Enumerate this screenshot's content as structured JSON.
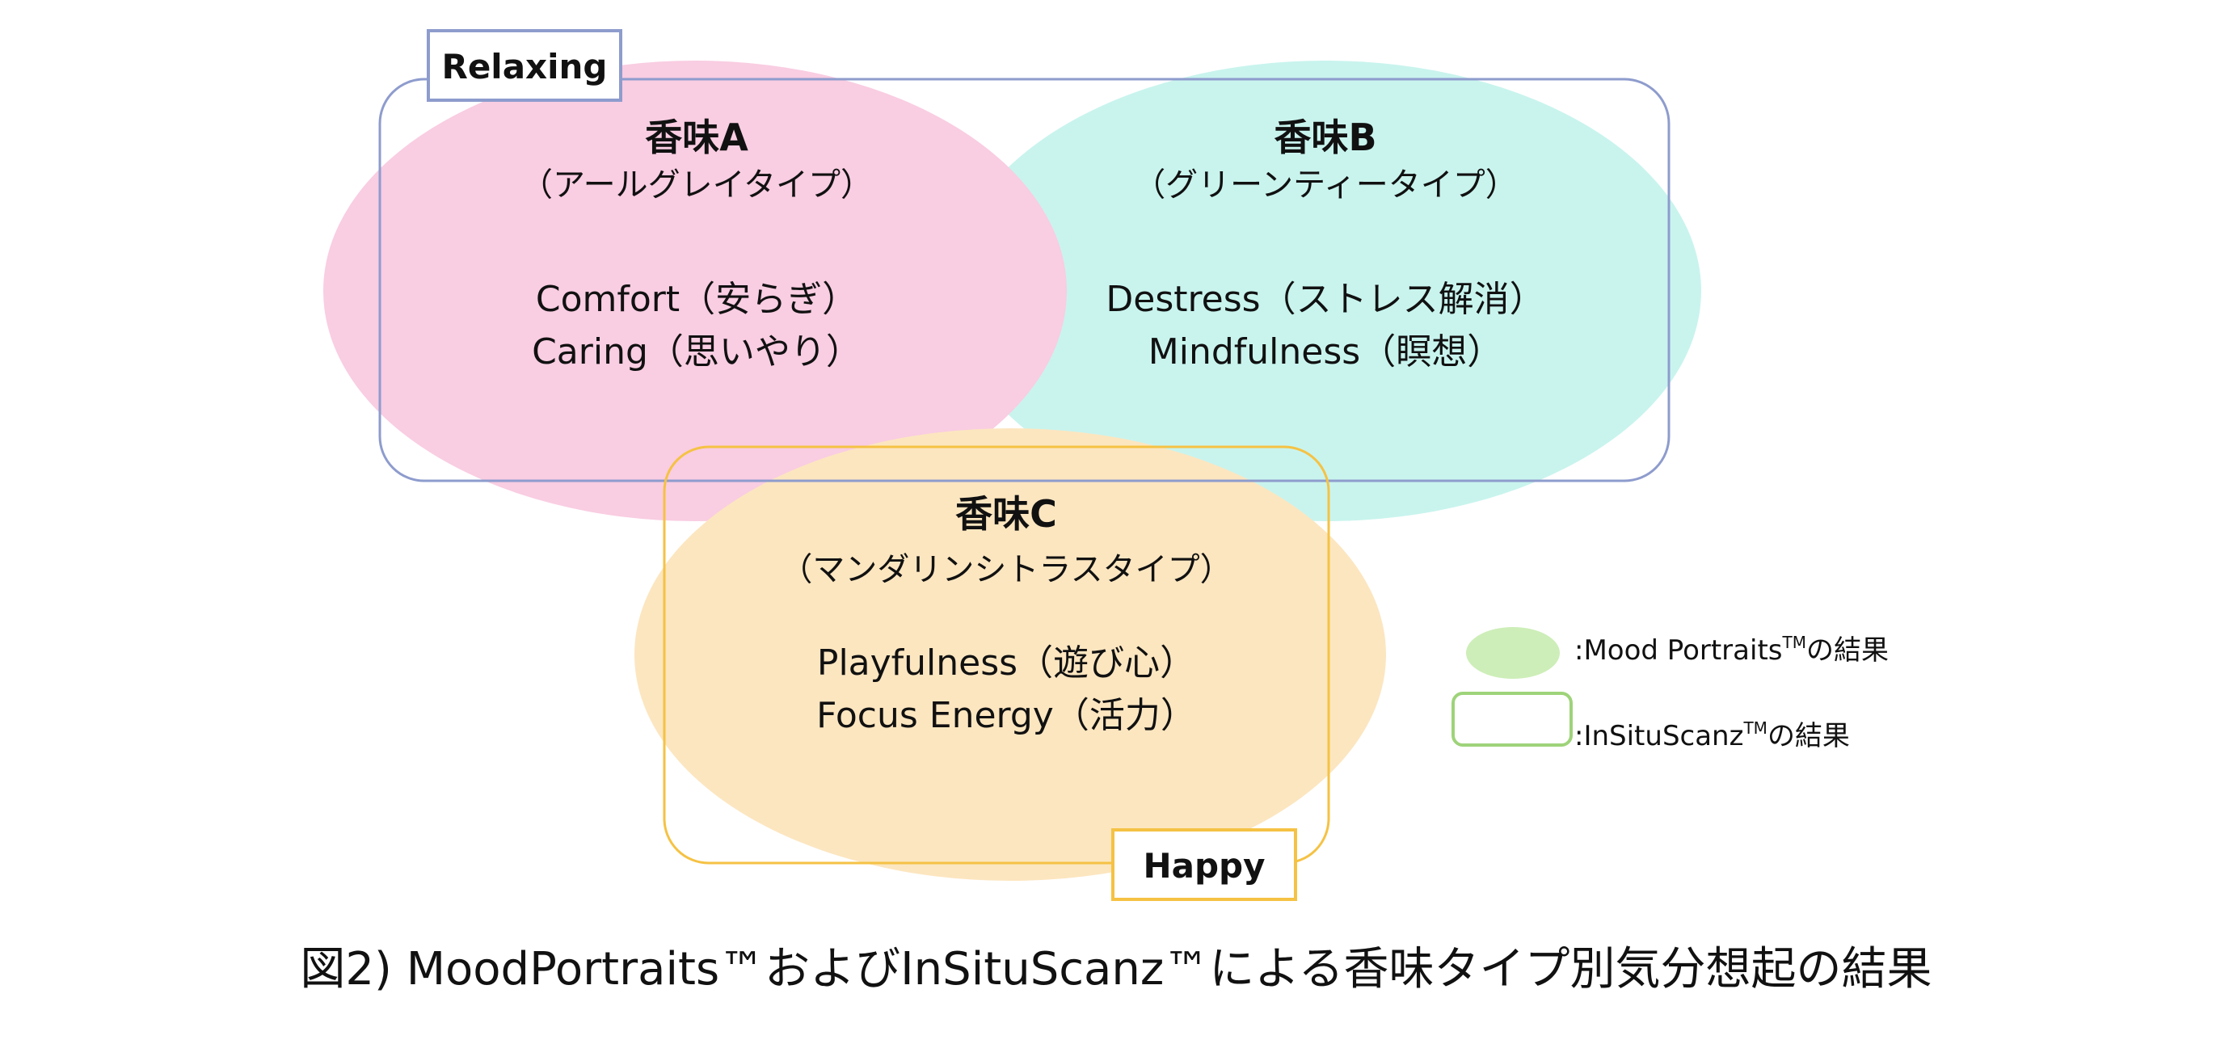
{
  "flavors": {
    "a": {
      "name": "香味A",
      "type": "（アールグレイタイプ）",
      "mood1": "Comfort（安らぎ）",
      "mood2": "Caring（思いやり）",
      "color": "#f9cde2"
    },
    "b": {
      "name": "香味B",
      "type": "（グリーンティータイプ）",
      "mood1": "Destress（ストレス解消）",
      "mood2": "Mindfulness（瞑想）",
      "color": "#c9f4ee"
    },
    "c": {
      "name": "香味C",
      "type": "（マンダリンシトラスタイプ）",
      "mood1": "Playfulness（遊び心）",
      "mood2": "Focus Energy（活力）",
      "color": "#fce6c0"
    }
  },
  "groups": {
    "relaxing": {
      "label": "Relaxing",
      "color": "#8e9ccd"
    },
    "happy": {
      "label": "Happy",
      "color": "#f5c244"
    }
  },
  "legend": {
    "mood_prefix": ":Mood Portraits",
    "mood_tm": "TM",
    "mood_suffix": "の結果",
    "mood_color": "#cdeeb8",
    "insitu_prefix": ":InSituScanz",
    "insitu_tm": "TM",
    "insitu_suffix": "の結果",
    "insitu_color": "#9ed37a"
  },
  "caption": "図2) MoodPortraits™およびInSituScanz™による香味タイプ別気分想起の結果"
}
